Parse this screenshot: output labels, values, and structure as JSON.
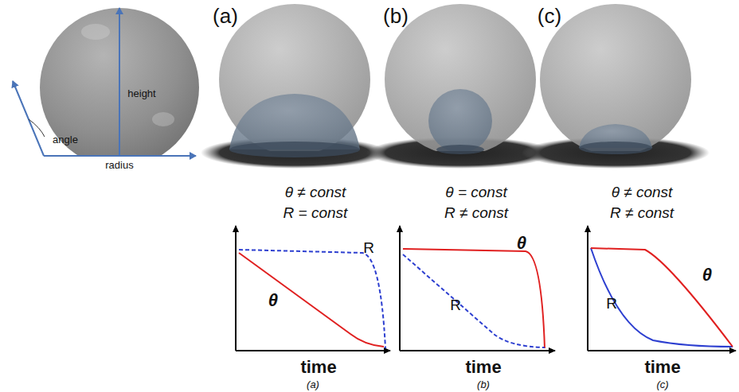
{
  "diagram": {
    "labels": [
      "height",
      "angle",
      "radius",
      "(a)",
      "(b)",
      "(c)",
      "θ ≠ const",
      "R = const",
      "θ = const",
      "R ≠ const",
      "θ ≠ const",
      "R ≠ const",
      "R",
      "θ",
      "time",
      "(a)",
      "θ",
      "R",
      "time",
      "(b)",
      "θ",
      "R",
      "time",
      "(c)"
    ]
  }
}
